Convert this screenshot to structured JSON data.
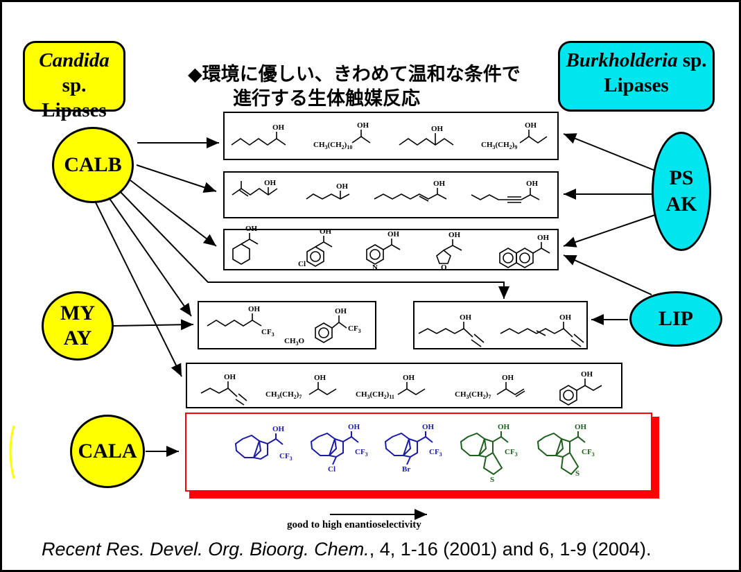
{
  "headline": {
    "line1": "◆環境に優しい、きわめて温和な条件で",
    "line2": "進行する生体触媒反応"
  },
  "candida_box": {
    "genus": "Candida",
    "rest": " sp.",
    "line2": "Lipases"
  },
  "burkholderia_box": {
    "genus": "Burkholderia",
    "rest": " sp.",
    "line2": "Lipases"
  },
  "enzymes": {
    "calb": "CALB",
    "myay_line1": "MY",
    "myay_line2": "AY",
    "cala": "CALA",
    "psak_line1": "PS",
    "psak_line2": "AK",
    "lip": "LIP"
  },
  "substrate_labels": {
    "oh": "OH",
    "cf3": "CF",
    "cf3_sub": "3",
    "cl": "Cl",
    "br": "Br",
    "n": "N",
    "o": "O",
    "s": "S",
    "ch3o": "CH",
    "ch3o_sub": "3",
    "ch3o_tail": "O",
    "ch3ch2_10_a": "CH",
    "ch3ch2_10_b": "(CH",
    "ch3ch2_10_c": ")",
    "n10": "10",
    "n9": "9",
    "n7": "7",
    "n11": "11",
    "n3": "3",
    "n2": "2"
  },
  "caption": "good to high enantioselectivity",
  "footer": {
    "journal": "Recent Res. Devel. Org. Bioorg. Chem.",
    "rest": ", 4, 1-16 (2001) and 6, 1-9 (2004)."
  },
  "colors": {
    "yellow": "#ffff00",
    "cyan": "#00e5ee",
    "red": "#ff0000",
    "blue": "#1a1aa8",
    "green": "#1d5e1d"
  }
}
